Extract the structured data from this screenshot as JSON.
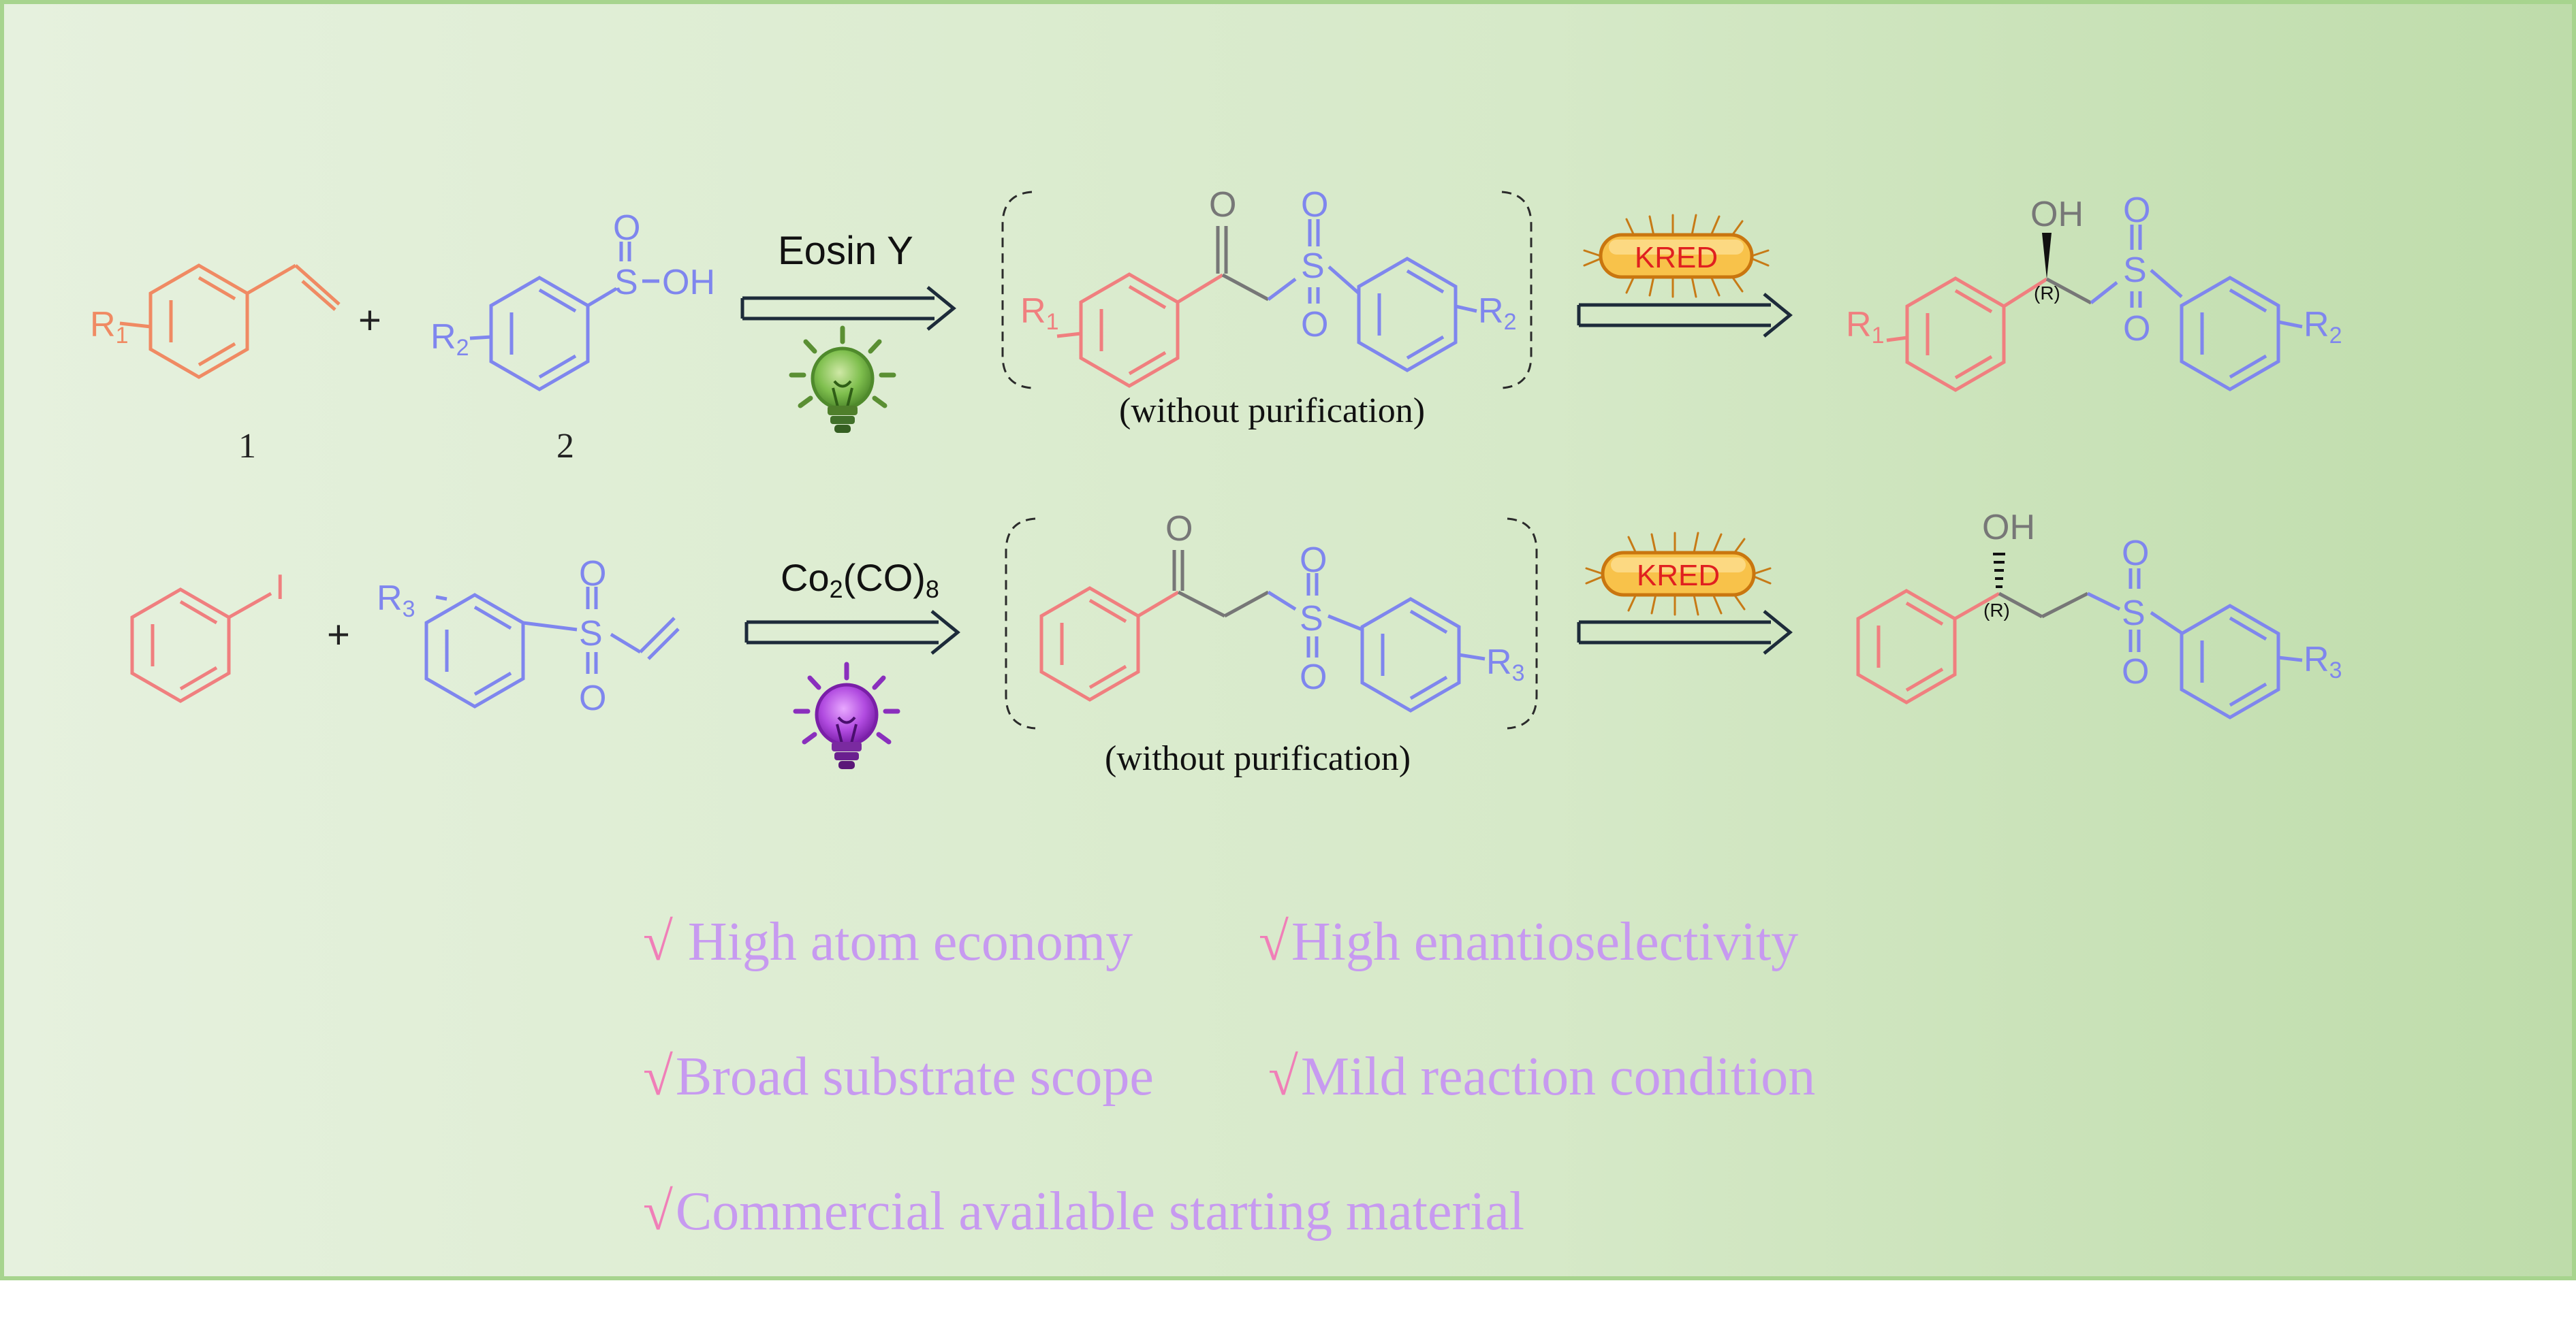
{
  "colors": {
    "reactant_a": "#f08a63",
    "aryl_red": "#f07f7f",
    "sulfonyl_blue": "#7f86ee",
    "grey": "#777777",
    "check_pink": "#f07fb8",
    "advantage_purple": "#c79af0",
    "kred_text": "#e02020",
    "kred_fill": "#f8c24a",
    "arrow": "#1d2b3a",
    "bg_left": "#e6f1de",
    "bg_right": "#bfdcaa",
    "frame": "#a7d48e"
  },
  "row1": {
    "reactant1_sub": "R1",
    "reactant2_sub": "R2",
    "sulfinic": "S",
    "sulfinic_o": "O",
    "sulfinic_oh": "OH",
    "plus": "+",
    "label1": "1",
    "label2": "2",
    "catalyst": "Eosin Y",
    "light_icon": "green-bulb-icon",
    "intermediate_note": "(without purification)",
    "enzyme": "KRED",
    "product_oh": "OH",
    "product_config": "(R)"
  },
  "row2": {
    "iodo": "I",
    "reactant_sub": "R3",
    "plus": "+",
    "catalyst_main": "Co",
    "catalyst_sub1": "2",
    "catalyst_mid": "(CO)",
    "catalyst_sub2": "8",
    "light_icon": "purple-bulb-icon",
    "intermediate_note": "(without purification)",
    "enzyme": "KRED",
    "product_oh": "OH",
    "product_config": "(R)"
  },
  "advantages": [
    {
      "check": "√",
      "text": "High atom economy"
    },
    {
      "check": "√",
      "text": "High enantioselectivity"
    },
    {
      "check": "√",
      "text": "Broad substrate scope"
    },
    {
      "check": "√",
      "text": "Mild reaction condition"
    },
    {
      "check": "√",
      "text": "Commercial available starting material"
    }
  ]
}
